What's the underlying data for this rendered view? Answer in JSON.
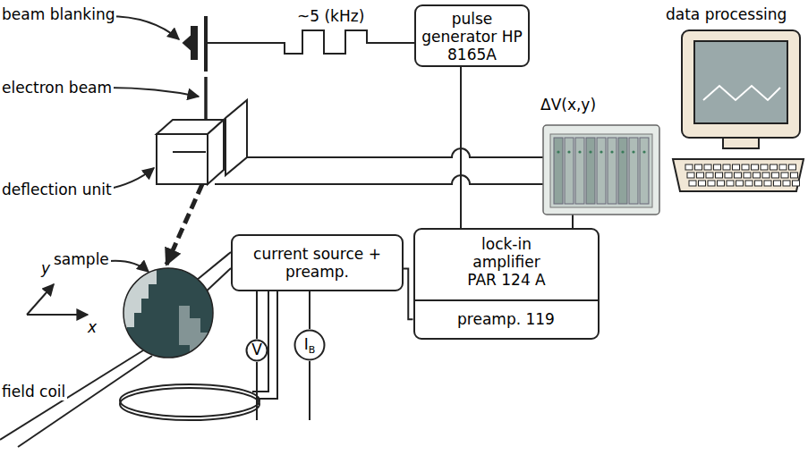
{
  "diagram": {
    "nodes": [
      {
        "text": [
          "pulse generator HP 8165A"
        ]
      },
      {
        "text": [
          "lock-in amplifier PAR 124 A"
        ]
      },
      {
        "text": [
          "preamp. 119"
        ],
        "in": 1
      },
      {
        "text": [
          "current source + preamp."
        ]
      },
      {
        "text": [
          "V"
        ]
      },
      {
        "text": [
          "IB"
        ]
      }
    ],
    "edges": [
      {
        "from": 0,
        "to": 1,
        "arrow": "none"
      },
      {
        "from": 3,
        "to": 2,
        "arrow": "none"
      },
      {
        "from": 3,
        "to": 4,
        "arrow": "none"
      },
      {
        "from": 3,
        "to": 5,
        "arrow": "none"
      }
    ],
    "labels": [
      "beam blanking",
      "electron beam",
      "deflection unit",
      "sample",
      "y",
      "x",
      "field coil",
      "~5 (kHz)",
      "ΔV(x,y)",
      "data processing"
    ]
  }
}
